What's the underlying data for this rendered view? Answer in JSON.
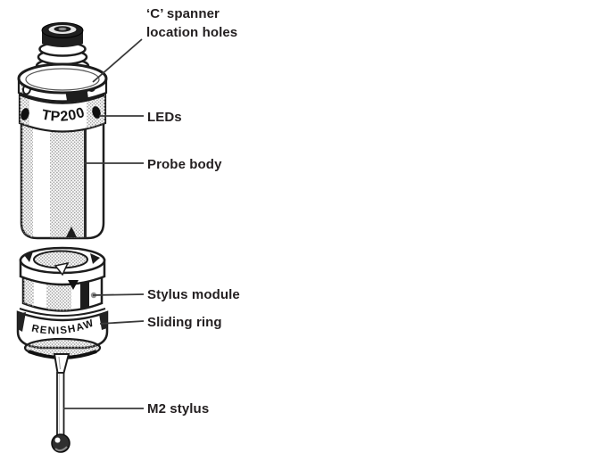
{
  "diagram": {
    "markings": {
      "model": "TP200",
      "brand": "RENISHAW"
    },
    "labels": {
      "c_spanner": "‘C’ spanner\nlocation holes",
      "leds": "LEDs",
      "probe_body": "Probe body",
      "stylus_module": "Stylus module",
      "sliding_ring": "Sliding ring",
      "m2_stylus": "M2 stylus"
    },
    "colors": {
      "background": "#ffffff",
      "ink": "#1d1d1d",
      "label_text": "#231f20",
      "shading": "#9a9a9a",
      "leader_line": "#3a3a3a"
    }
  }
}
